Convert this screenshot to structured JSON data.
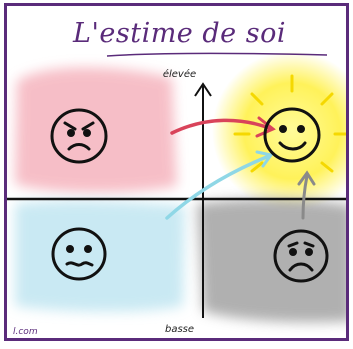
{
  "title": "L'estime de soi",
  "axis": {
    "top_label": "élevée",
    "bottom_label": "basse"
  },
  "source_text": "l.com",
  "colors": {
    "frame": "#5a2b7a",
    "title": "#5a2b7a",
    "red_zone": "#f08a9a",
    "yellow_zone": "#fff25a",
    "blue_zone": "#b8e2ef",
    "grey_zone": "#8f8f8f",
    "red_arrow": "#d9435a",
    "cyan_arrow": "#8fd7e6",
    "grey_arrow": "#8a8a8a"
  },
  "faces": [
    "angry-face",
    "happy-face",
    "worried-face",
    "sad-face"
  ]
}
